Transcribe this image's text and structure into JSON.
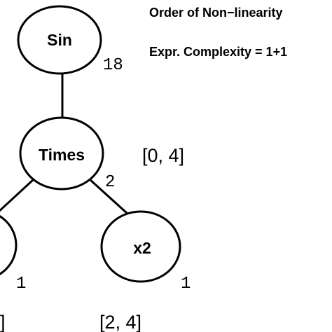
{
  "info": {
    "order_line": "Order of Non−linearity",
    "complexity_line": "Expr. Complexity  = 1+1"
  },
  "nodes": {
    "sin": {
      "label": "Sin",
      "count": "18"
    },
    "times": {
      "label": "Times",
      "count": "2",
      "range": "[0, 4]"
    },
    "left_child": {
      "count": "1",
      "range": "]"
    },
    "x2": {
      "label": "x2",
      "count": "1",
      "range": "[2, 4]"
    }
  }
}
